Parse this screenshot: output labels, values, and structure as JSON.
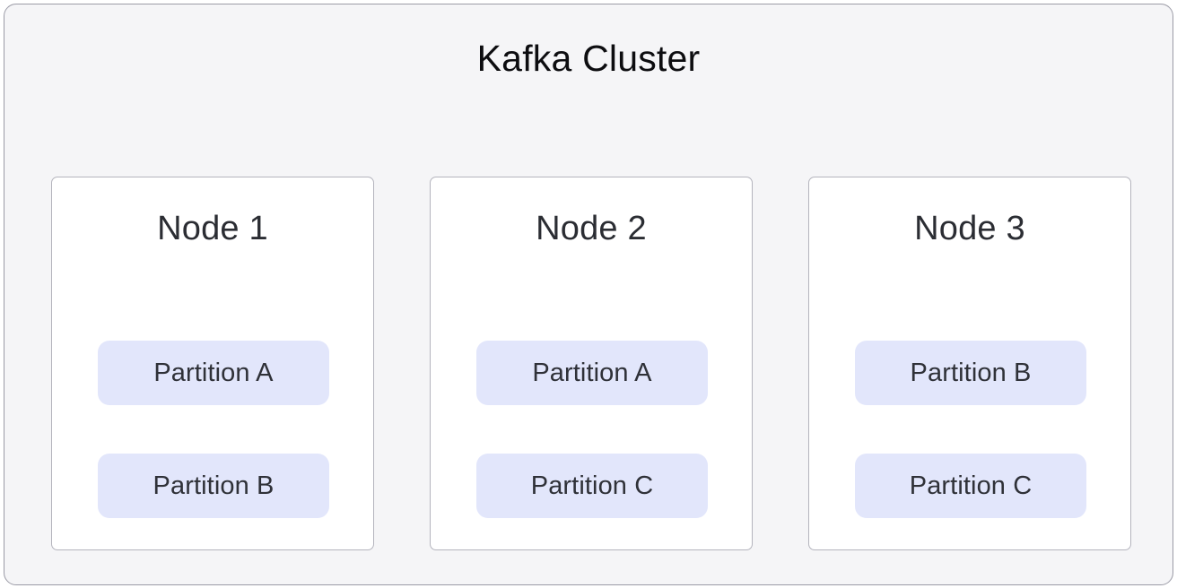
{
  "diagram": {
    "title": "Kafka Cluster",
    "type": "architecture-diagram",
    "colors": {
      "cluster_background": "#f5f5f7",
      "cluster_border": "#9b9ba6",
      "node_background": "#ffffff",
      "node_border": "#b4b4bd",
      "partition_background": "#e2e6fb",
      "title_text": "#0d0d10",
      "node_title_text": "#2b2d33",
      "partition_text": "#2f3138"
    },
    "nodes": [
      {
        "label": "Node 1",
        "partitions": [
          {
            "label": "Partition A"
          },
          {
            "label": "Partition B"
          }
        ]
      },
      {
        "label": "Node 2",
        "partitions": [
          {
            "label": "Partition A"
          },
          {
            "label": "Partition C"
          }
        ]
      },
      {
        "label": "Node 3",
        "partitions": [
          {
            "label": "Partition B"
          },
          {
            "label": "Partition C"
          }
        ]
      }
    ]
  }
}
